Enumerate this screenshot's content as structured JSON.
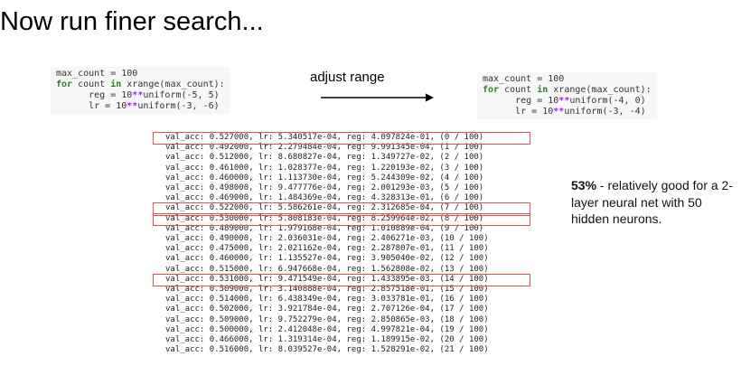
{
  "slide": {
    "title": "Now run finer search..."
  },
  "arrow_label": "adjust range",
  "code_left": {
    "line1": "max_count = 100",
    "kw_for": "for",
    "for_var": " count ",
    "kw_in": "in",
    "for_rest": " xrange(max_count):",
    "reg_prefix": "      reg = 10",
    "reg_pow": "**",
    "reg_rest": "uniform(-5, 5)",
    "lr_prefix": "      lr = 10",
    "lr_pow": "**",
    "lr_rest": "uniform(-3, -6)"
  },
  "code_right": {
    "line1": "max_count = 100",
    "kw_for": "for",
    "for_var": " count ",
    "kw_in": "in",
    "for_rest": " xrange(max_count):",
    "reg_prefix": "      reg = 10",
    "reg_pow": "**",
    "reg_rest": "uniform(-4, 0)",
    "lr_prefix": "      lr = 10",
    "lr_pow": "**",
    "lr_rest": "uniform(-3, -4)"
  },
  "results": [
    "val_acc: 0.527000, lr: 5.340517e-04, reg: 4.097824e-01, (0 / 100)",
    "val_acc: 0.492000, lr: 2.279484e-04, reg: 9.991345e-04, (1 / 100)",
    "val_acc: 0.512000, lr: 8.680827e-04, reg: 1.349727e-02, (2 / 100)",
    "val_acc: 0.461000, lr: 1.028377e-04, reg: 1.220193e-02, (3 / 100)",
    "val_acc: 0.460000, lr: 1.113730e-04, reg: 5.244309e-02, (4 / 100)",
    "val_acc: 0.498000, lr: 9.477776e-04, reg: 2.001293e-03, (5 / 100)",
    "val_acc: 0.469000, lr: 1.484369e-04, reg: 4.328313e-01, (6 / 100)",
    "val_acc: 0.522000, lr: 5.586261e-04, reg: 2.312685e-04, (7 / 100)",
    "val_acc: 0.530000, lr: 5.808183e-04, reg: 8.259964e-02, (8 / 100)",
    "val_acc: 0.489000, lr: 1.979168e-04, reg: 1.010889e-04, (9 / 100)",
    "val_acc: 0.490000, lr: 2.036031e-04, reg: 2.406271e-03, (10 / 100)",
    "val_acc: 0.475000, lr: 2.021162e-04, reg: 2.287807e-01, (11 / 100)",
    "val_acc: 0.460000, lr: 1.135527e-04, reg: 3.905040e-02, (12 / 100)",
    "val_acc: 0.515000, lr: 6.947668e-04, reg: 1.562808e-02, (13 / 100)",
    "val_acc: 0.531000, lr: 9.471549e-04, reg: 1.433895e-03, (14 / 100)",
    "val_acc: 0.509000, lr: 3.140888e-04, reg: 2.857518e-01, (15 / 100)",
    "val_acc: 0.514000, lr: 6.438349e-04, reg: 3.033781e-01, (16 / 100)",
    "val_acc: 0.502000, lr: 3.921784e-04, reg: 2.707126e-04, (17 / 100)",
    "val_acc: 0.509000, lr: 9.752279e-04, reg: 2.850865e-03, (18 / 100)",
    "val_acc: 0.500000, lr: 2.412048e-04, reg: 4.997821e-04, (19 / 100)",
    "val_acc: 0.466000, lr: 1.319314e-04, reg: 1.189915e-02, (20 / 100)",
    "val_acc: 0.516000, lr: 8.039527e-04, reg: 1.528291e-02, (21 / 100)"
  ],
  "highlighted_rows": [
    0,
    7,
    8,
    14
  ],
  "highlight_color": "#e05252",
  "note": {
    "bold": "53%",
    "text": " - relatively good for a 2-layer neural net with 50 hidden neurons."
  }
}
